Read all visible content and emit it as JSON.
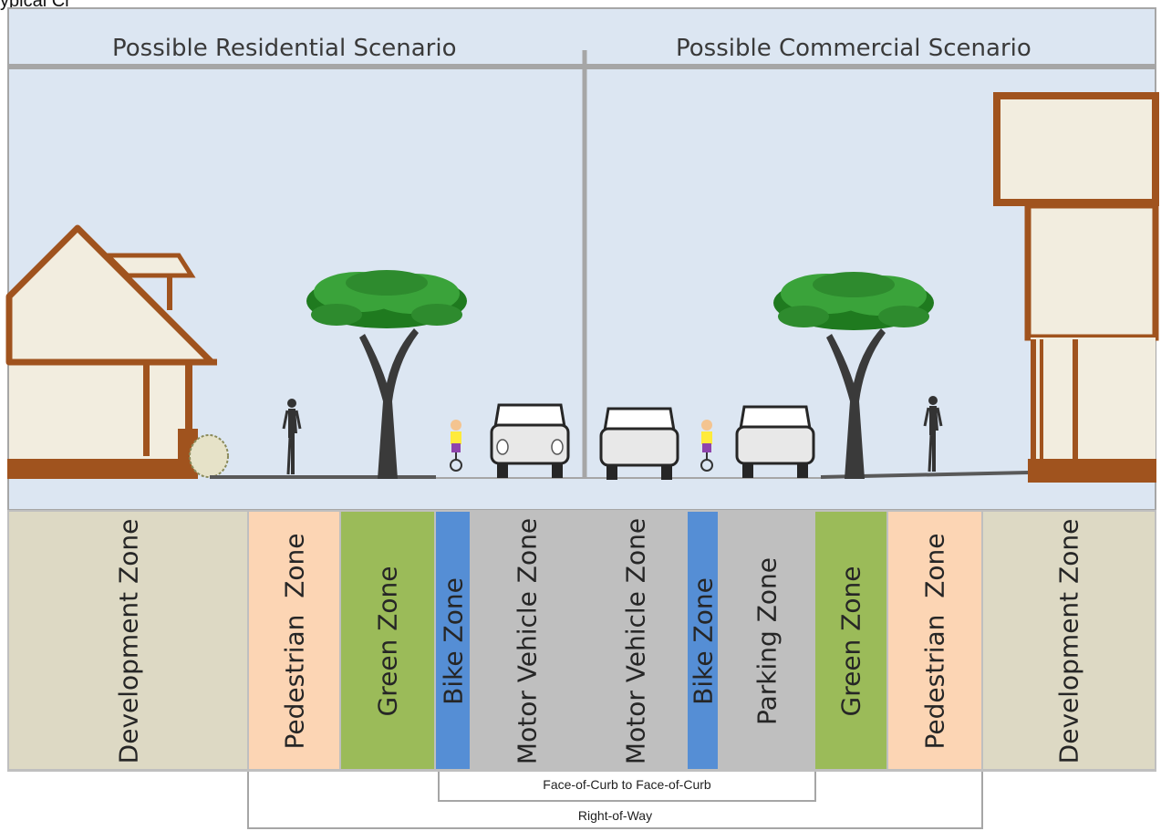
{
  "page_title_partial": "ypical Cr",
  "scenarios": {
    "residential": "Possible Residential Scenario",
    "commercial": "Possible Commercial Scenario"
  },
  "colors": {
    "sky": "#dce6f2",
    "development": "#ddd9c4",
    "pedestrian": "#fcd5b4",
    "green": "#9bbb59",
    "bike": "#558ed5",
    "motor": "#bfbfbf",
    "parking": "#bfbfbf",
    "building": "#a0531e",
    "building_fill": "#f2eddf",
    "tree_leaf": "#3aa33a"
  },
  "zones": [
    {
      "label": "Development Zone",
      "type": "development"
    },
    {
      "label": "Pedestrian  Zone",
      "type": "pedestrian"
    },
    {
      "label": "Green Zone",
      "type": "green"
    },
    {
      "label": "Bike Zone",
      "type": "bike"
    },
    {
      "label": "Motor Vehicle Zone",
      "type": "motor"
    },
    {
      "label": "Motor Vehicle Zone",
      "type": "motor"
    },
    {
      "label": "Bike Zone",
      "type": "bike"
    },
    {
      "label": "Parking Zone",
      "type": "parking"
    },
    {
      "label": "Green Zone",
      "type": "green"
    },
    {
      "label": "Pedestrian  Zone",
      "type": "pedestrian"
    },
    {
      "label": "Development Zone",
      "type": "development"
    }
  ],
  "brackets": {
    "curb": "Face-of-Curb to Face-of-Curb",
    "row": "Right-of-Way"
  }
}
